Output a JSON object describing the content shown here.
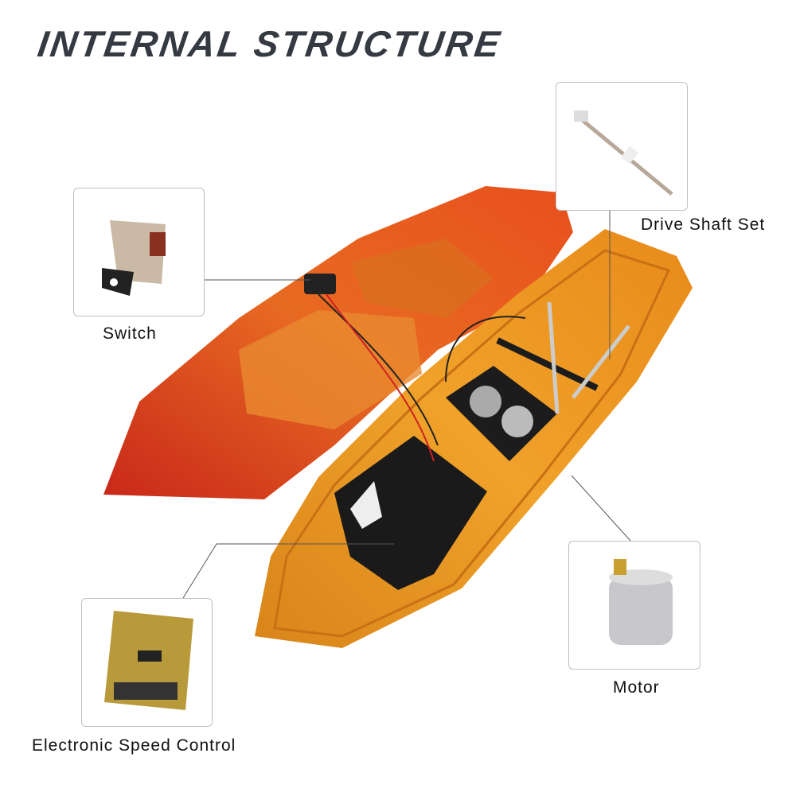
{
  "title": "INTERNAL STRUCTURE",
  "callouts": {
    "switch": "Switch",
    "drive_shaft": "Drive Shaft Set",
    "motor": "Motor",
    "esc": "Electronic Speed Control"
  },
  "colors": {
    "title": "#353a42",
    "hull_red": "#d8481c",
    "hull_orange": "#e8951e"
  }
}
